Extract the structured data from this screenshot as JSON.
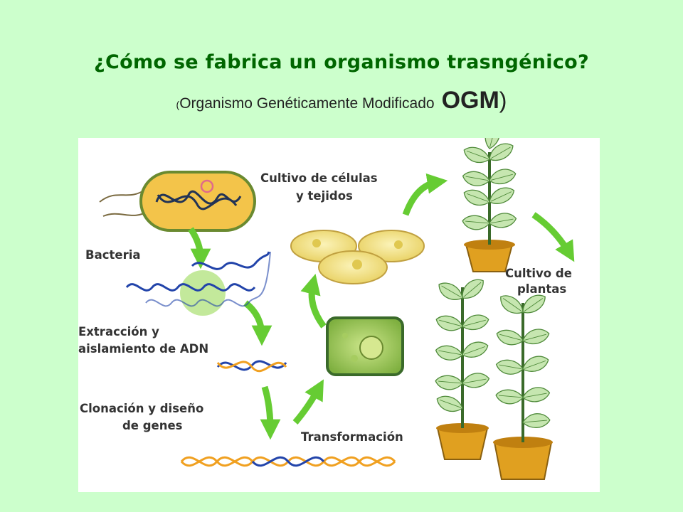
{
  "header": {
    "title": "¿Cómo se fabrica un organismo trasngénico?",
    "subtitle_open": "(",
    "subtitle_text": "Organismo Genéticamente Modificado",
    "subtitle_acronym": "OGM",
    "subtitle_close": ")"
  },
  "diagram": {
    "labels": {
      "bacteria": "Bacteria",
      "extraction_line1": "Extracción y",
      "extraction_line2": "aislamiento de ADN",
      "cloning_line1": "Clonación y diseño",
      "cloning_line2": "de genes",
      "transformation": "Transformación",
      "cell_culture_line1": "Cultivo de células",
      "cell_culture_line2": "y tejidos",
      "plant_culture_line1": "Cultivo de",
      "plant_culture_line2": "plantas"
    },
    "colors": {
      "arrow": "#66cc33",
      "dna_blue": "#2244aa",
      "dna_orange": "#f0a020",
      "petri": "#f2e48a",
      "leaf": "#b8e0a0",
      "pot": "#d8a020"
    }
  }
}
